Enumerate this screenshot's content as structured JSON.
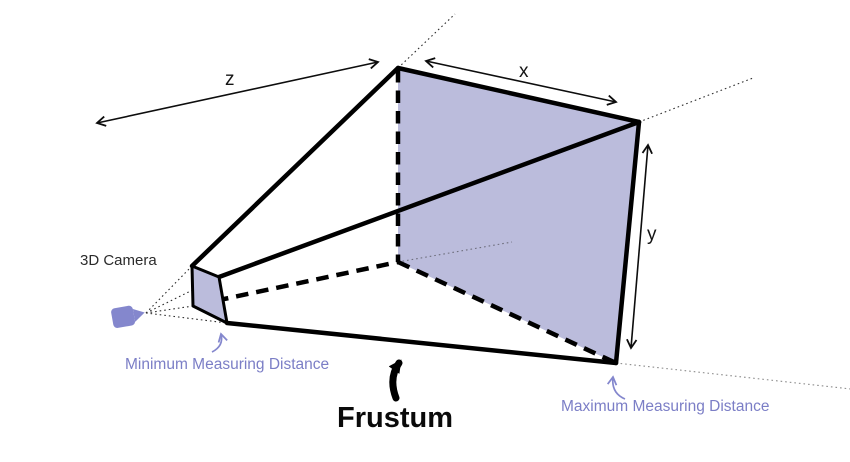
{
  "title": "3D camera frustum diagram",
  "labels": {
    "camera": "3D Camera",
    "min_distance": "Minimum Measuring Distance",
    "max_distance": "Maximum Measuring Distance",
    "frustum": "Frustum",
    "dim_z": "z",
    "dim_x": "x",
    "dim_y": "y"
  },
  "icons": {
    "camera": "video-camera-icon"
  },
  "colors": {
    "background": "#ffffff",
    "accent": "#8487cd",
    "accent_text": "#7b7ec6",
    "plane_fill": "#bbbcdc",
    "line": "#000000",
    "text": "#2b2b2b"
  }
}
